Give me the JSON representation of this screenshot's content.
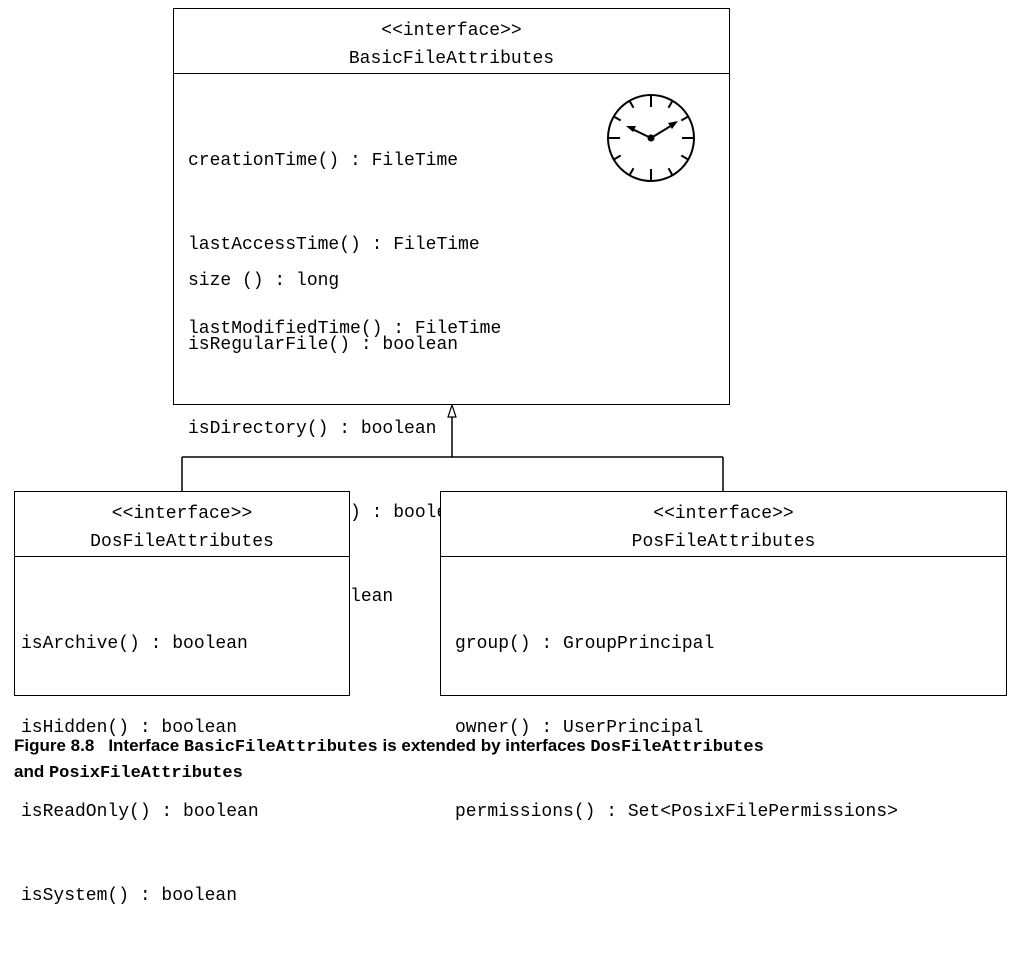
{
  "basic": {
    "stereotype": "<<interface>>",
    "name": "BasicFileAttributes",
    "methods_time": [
      "creationTime() : FileTime",
      "lastAccessTime() : FileTime",
      "lastModifiedTime() : FileTime"
    ],
    "methods_size": [
      "size () : long"
    ],
    "methods_type": [
      "isRegularFile() : boolean",
      "isDirectory() : boolean",
      "isSymbolicLink() : boolean",
      "isOther() : boolean"
    ],
    "icon": "clock-icon"
  },
  "dos": {
    "stereotype": "<<interface>>",
    "name": "DosFileAttributes",
    "methods": [
      "isArchive() : boolean",
      "isHidden() : boolean",
      "isReadOnly() : boolean",
      "isSystem() : boolean"
    ]
  },
  "posix": {
    "stereotype": "<<interface>>",
    "name": "PosFileAttributes",
    "methods": [
      "group() : GroupPrincipal",
      "owner() : UserPrincipal",
      "permissions() : Set<PosixFilePermissions>"
    ]
  },
  "caption": {
    "label": "Figure 8.8",
    "text_1": "Interface ",
    "code_1": "BasicFileAttributes",
    "text_2": " is extended by interfaces ",
    "code_2": "DosFileAttributes",
    "text_3": "and ",
    "code_3": "PosixFileAttributes"
  }
}
